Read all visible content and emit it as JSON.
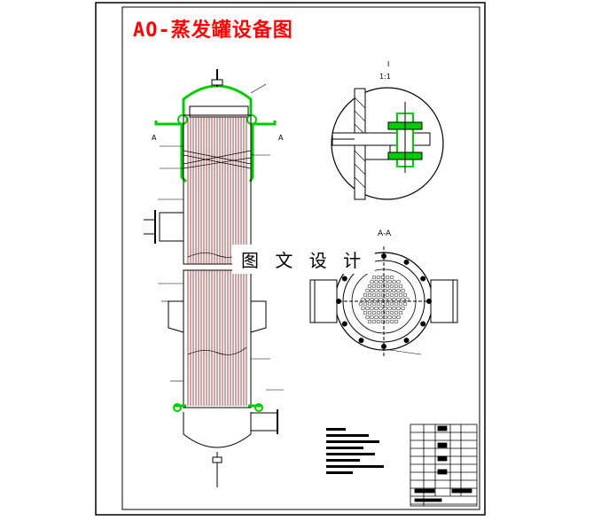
{
  "drawing": {
    "title": "AO-蒸发罐设备图",
    "watermark": "图 文 设 计",
    "detail_label_top": "I",
    "detail_scale": "1:1",
    "section_label": "A-A",
    "section_mark_left": "A",
    "section_mark_right": "A"
  },
  "colors": {
    "title": "#ff0000",
    "highlight": "#00cc00",
    "tubes": "#8b1a1a",
    "line": "#000000"
  }
}
